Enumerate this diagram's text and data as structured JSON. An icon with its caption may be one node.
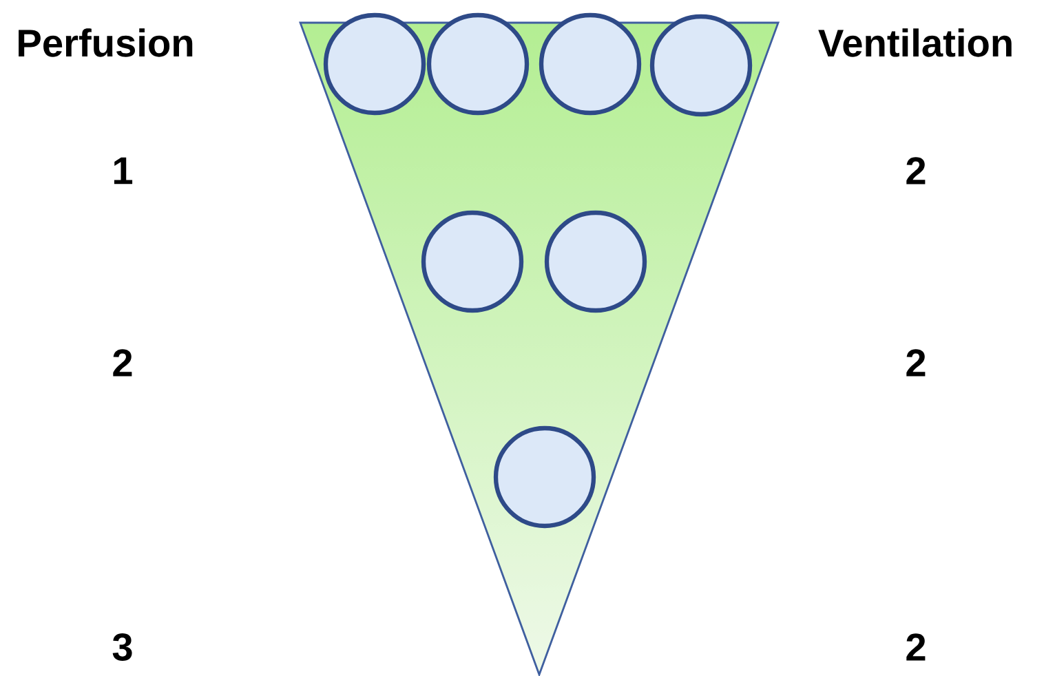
{
  "diagram": {
    "nodes": [
      {
        "text": [],
        "shape": "triangle"
      },
      {
        "text": [],
        "shape": "circle",
        "in": 0
      },
      {
        "text": [],
        "shape": "circle",
        "in": 0
      },
      {
        "text": [],
        "shape": "circle",
        "in": 0
      },
      {
        "text": [],
        "shape": "circle",
        "in": 0
      },
      {
        "text": [],
        "shape": "circle",
        "in": 0
      },
      {
        "text": [],
        "shape": "circle",
        "in": 0
      },
      {
        "text": [],
        "shape": "circle",
        "in": 0
      }
    ],
    "labels": [
      "Perfusion",
      "Ventilation",
      "1",
      "2",
      "2",
      "2",
      "3",
      "2"
    ]
  }
}
